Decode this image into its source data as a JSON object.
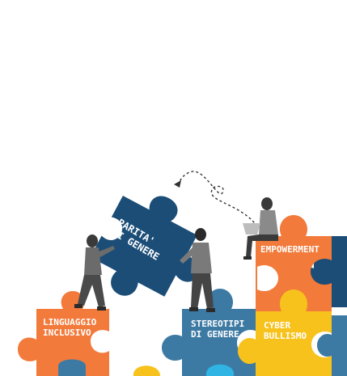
{
  "pieces": {
    "parita": {
      "line1": "PARITA'",
      "line2": "DI GENERE"
    },
    "empowerment": {
      "line1": "EMPOWERMENT"
    },
    "linguaggio": {
      "line1": "LINGUAGGIO",
      "line2": "INCLUSIVO"
    },
    "stereotipi": {
      "line1": "STEREOTIPI",
      "line2": "DI GENERE"
    },
    "cyber": {
      "line1": "CYBER",
      "line2": "BULLISMO"
    }
  },
  "colors": {
    "orange": "#f27a3b",
    "navy": "#1b4d77",
    "steel_blue": "#3d7aa3",
    "yellow": "#f7c21c",
    "cyan": "#2fb4e3",
    "white": "#ffffff",
    "figure_gray": "#5a5a5a"
  }
}
